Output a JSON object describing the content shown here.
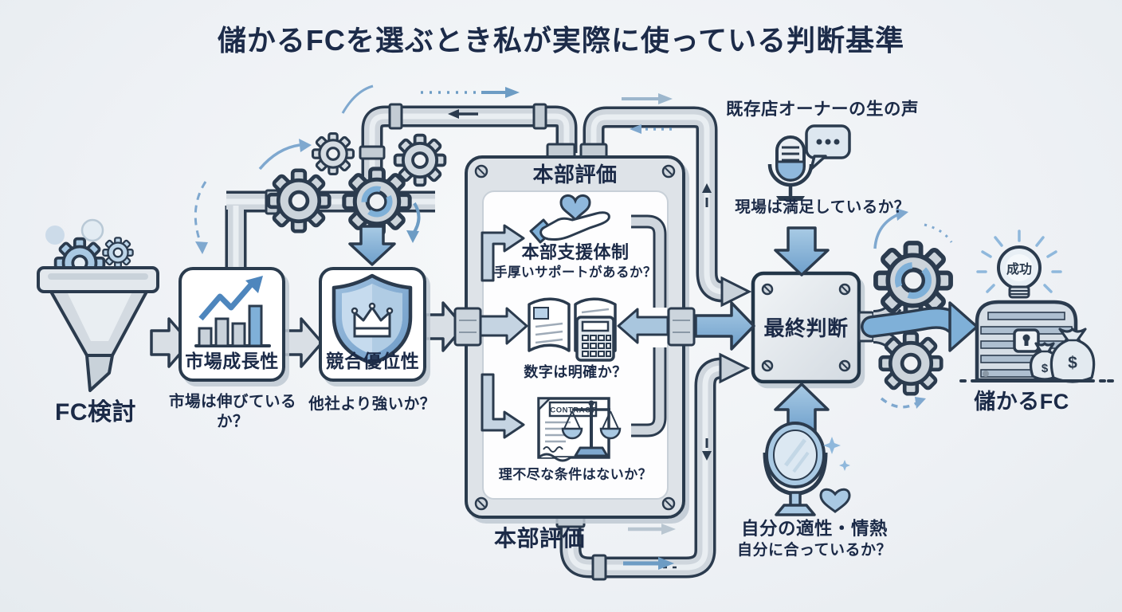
{
  "title": "儲かるFCを選ぶとき私が実際に使っている判断基準",
  "flow": {
    "start": {
      "label": "FC検討"
    },
    "market": {
      "label": "市場成長性",
      "question": "市場は伸びているか？"
    },
    "competition": {
      "label": "競合優位性",
      "question": "他社より強いか？"
    },
    "hq": {
      "title": "本部評価",
      "bottom_label": "本部評価",
      "support": {
        "label": "本部支援体制",
        "question": "手厚いサポートがあるか？"
      },
      "numbers": {
        "question": "数字は明確か？"
      },
      "contract": {
        "question": "理不尽な条件はないか？",
        "doc_title": "CONTRACT"
      }
    },
    "owners": {
      "label": "既存店オーナーの生の声",
      "question": "現場は満足しているか？"
    },
    "final": {
      "label": "最終判断"
    },
    "self": {
      "label": "自分の適性・情熱",
      "question": "自分に合っているか？"
    },
    "goal": {
      "label": "儲かるFC",
      "bulb_text": "成功",
      "money_symbol": "$"
    }
  },
  "colors": {
    "outline": "#2b3b4e",
    "accent_blue": "#7fb0d8",
    "pipe": "#cfd6dd",
    "background": "#eef1f5",
    "text": "#1b2a47"
  }
}
